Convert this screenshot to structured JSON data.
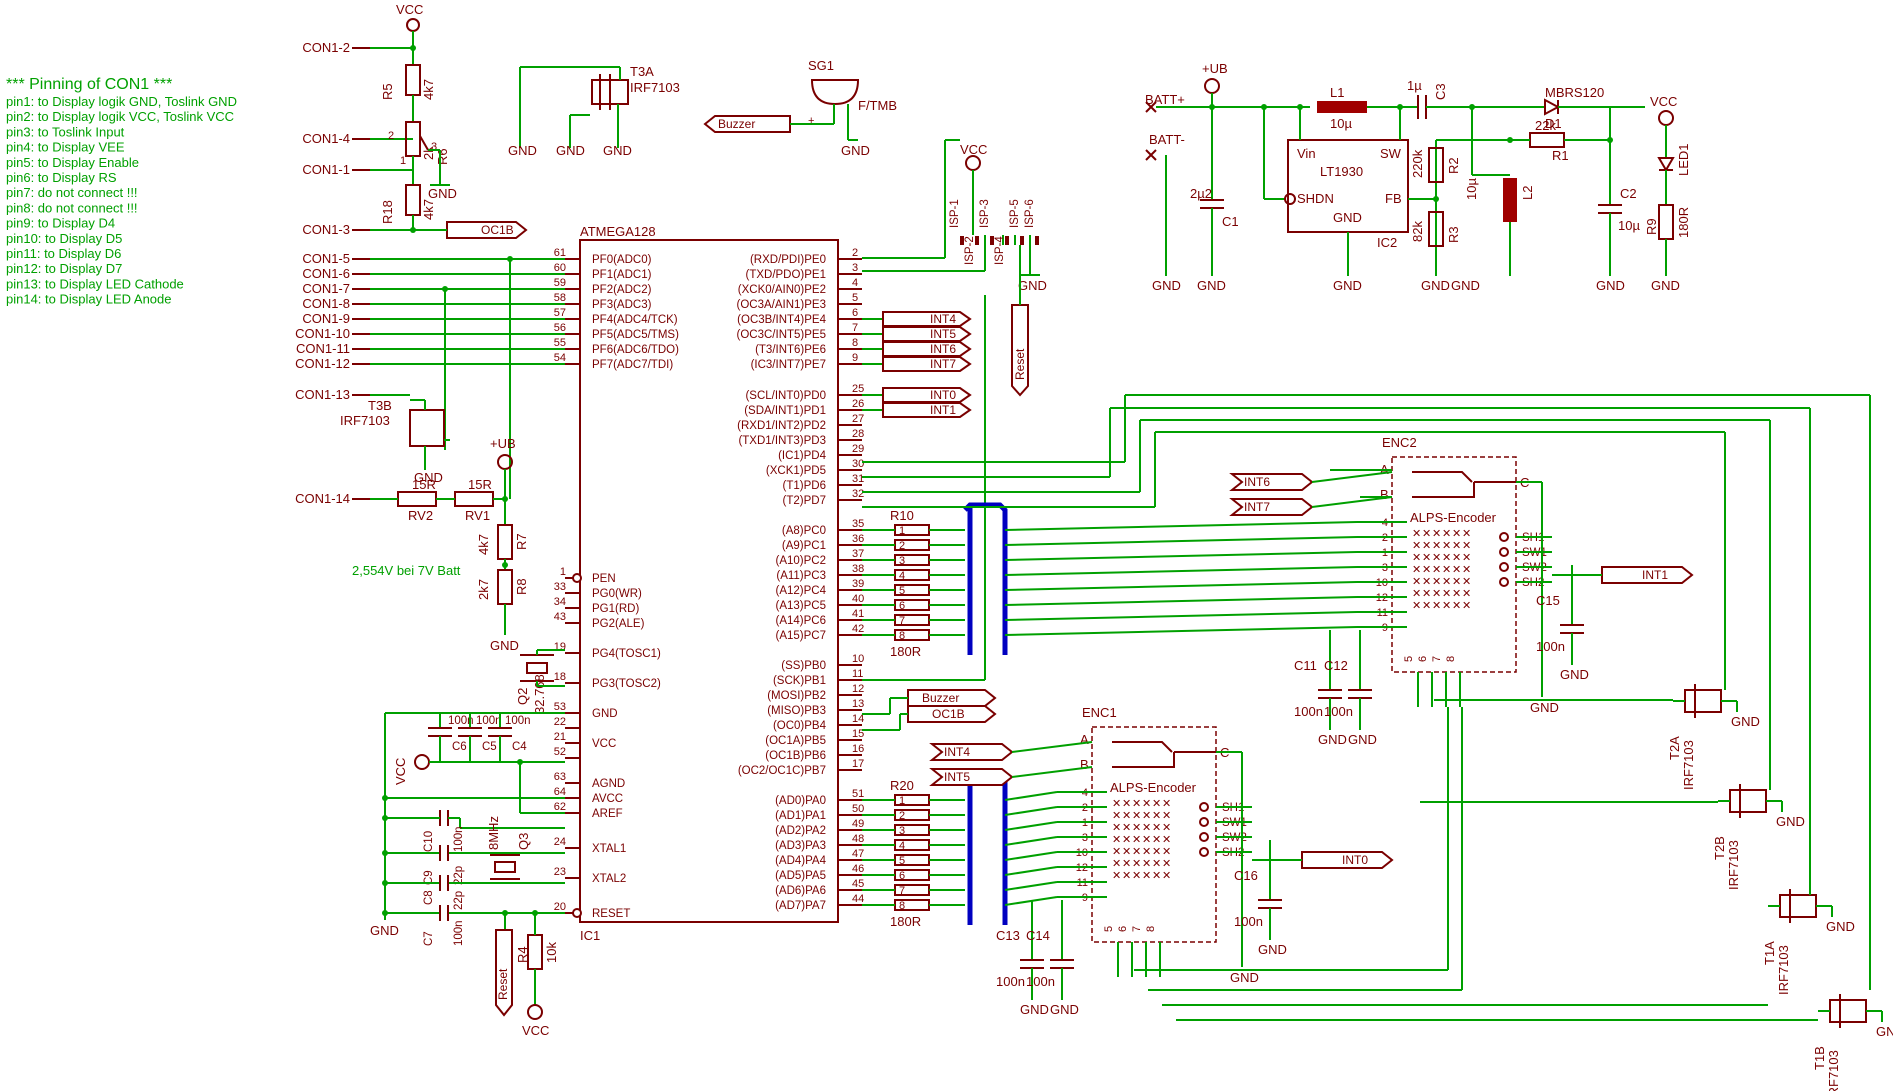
{
  "notes": {
    "title": "*** Pinning of CON1 ***",
    "lines": [
      "pin1: to Display logik GND, Toslink GND",
      "pin2: to Display logik VCC, Toslink VCC",
      "pin3: to Toslink Input",
      "pin4: to Display VEE",
      "pin5: to Display Enable",
      "pin6: to Display RS",
      "pin7: do not connect !!!",
      "pin8: do not connect !!!",
      "pin9: to Display D4",
      "pin10: to Display D5",
      "pin11: to Display D6",
      "pin12: to Display D7",
      "pin13: to Display LED Cathode",
      "pin14: to Display LED Anode"
    ],
    "battery_note": "2,554V bei 7V Batt"
  },
  "connector": {
    "pins": [
      "CON1-2",
      "CON1-4",
      "CON1-1",
      "CON1-3",
      "CON1-5",
      "CON1-6",
      "CON1-7",
      "CON1-8",
      "CON1-9",
      "CON1-10",
      "CON1-11",
      "CON1-12",
      "CON1-13",
      "CON1-14"
    ]
  },
  "mcu": {
    "name": "ATMEGA128",
    "ref": "IC1",
    "left_pins": [
      {
        "no": "61",
        "name": "PF0(ADC0)"
      },
      {
        "no": "60",
        "name": "PF1(ADC1)"
      },
      {
        "no": "59",
        "name": "PF2(ADC2)"
      },
      {
        "no": "58",
        "name": "PF3(ADC3)"
      },
      {
        "no": "57",
        "name": "PF4(ADC4/TCK)"
      },
      {
        "no": "56",
        "name": "PF5(ADC5/TMS)"
      },
      {
        "no": "55",
        "name": "PF6(ADC6/TDO)"
      },
      {
        "no": "54",
        "name": "PF7(ADC7/TDI)"
      },
      {
        "no": "1",
        "name": "PEN"
      },
      {
        "no": "33",
        "name": "PG0(WR)"
      },
      {
        "no": "34",
        "name": "PG1(RD)"
      },
      {
        "no": "43",
        "name": "PG2(ALE)"
      },
      {
        "no": "19",
        "name": "PG4(TOSC1)"
      },
      {
        "no": "18",
        "name": "PG3(TOSC2)"
      },
      {
        "no": "53",
        "name": "GND"
      },
      {
        "no": "22",
        "name": ""
      },
      {
        "no": "21",
        "name": "VCC"
      },
      {
        "no": "52",
        "name": ""
      },
      {
        "no": "63",
        "name": "AGND"
      },
      {
        "no": "64",
        "name": "AVCC"
      },
      {
        "no": "62",
        "name": "AREF"
      },
      {
        "no": "24",
        "name": "XTAL1"
      },
      {
        "no": "23",
        "name": "XTAL2"
      },
      {
        "no": "20",
        "name": "RESET"
      }
    ],
    "right_pins": [
      {
        "no": "2",
        "name": "(RXD/PDI)PE0"
      },
      {
        "no": "3",
        "name": "(TXD/PDO)PE1"
      },
      {
        "no": "4",
        "name": "(XCK0/AIN0)PE2"
      },
      {
        "no": "5",
        "name": "(OC3A/AIN1)PE3"
      },
      {
        "no": "6",
        "name": "(OC3B/INT4)PE4"
      },
      {
        "no": "7",
        "name": "(OC3C/INT5)PE5"
      },
      {
        "no": "8",
        "name": "(T3/INT6)PE6"
      },
      {
        "no": "9",
        "name": "(IC3/INT7)PE7"
      },
      {
        "no": "25",
        "name": "(SCL/INT0)PD0"
      },
      {
        "no": "26",
        "name": "(SDA/INT1)PD1"
      },
      {
        "no": "27",
        "name": "(RXD1/INT2)PD2"
      },
      {
        "no": "28",
        "name": "(TXD1/INT3)PD3"
      },
      {
        "no": "29",
        "name": "(IC1)PD4"
      },
      {
        "no": "30",
        "name": "(XCK1)PD5"
      },
      {
        "no": "31",
        "name": "(T1)PD6"
      },
      {
        "no": "32",
        "name": "(T2)PD7"
      },
      {
        "no": "35",
        "name": "(A8)PC0"
      },
      {
        "no": "36",
        "name": "(A9)PC1"
      },
      {
        "no": "37",
        "name": "(A10)PC2"
      },
      {
        "no": "38",
        "name": "(A11)PC3"
      },
      {
        "no": "39",
        "name": "(A12)PC4"
      },
      {
        "no": "40",
        "name": "(A13)PC5"
      },
      {
        "no": "41",
        "name": "(A14)PC6"
      },
      {
        "no": "42",
        "name": "(A15)PC7"
      },
      {
        "no": "10",
        "name": "(SS)PB0"
      },
      {
        "no": "11",
        "name": "(SCK)PB1"
      },
      {
        "no": "12",
        "name": "(MOSI)PB2"
      },
      {
        "no": "13",
        "name": "(MISO)PB3"
      },
      {
        "no": "14",
        "name": "(OC0)PB4"
      },
      {
        "no": "15",
        "name": "(OC1A)PB5"
      },
      {
        "no": "16",
        "name": "(OC1B)PB6"
      },
      {
        "no": "17",
        "name": "(OC2/OC1C)PB7"
      },
      {
        "no": "51",
        "name": "(AD0)PA0"
      },
      {
        "no": "50",
        "name": "(AD1)PA1"
      },
      {
        "no": "49",
        "name": "(AD2)PA2"
      },
      {
        "no": "48",
        "name": "(AD3)PA3"
      },
      {
        "no": "47",
        "name": "(AD4)PA4"
      },
      {
        "no": "46",
        "name": "(AD5)PA5"
      },
      {
        "no": "45",
        "name": "(AD6)PA6"
      },
      {
        "no": "44",
        "name": "(AD7)PA7"
      }
    ]
  },
  "labels": {
    "vcc": "VCC",
    "gnd": "GND",
    "ub": "+UB",
    "r5": "R5",
    "r5v": "4k7",
    "r6": "R6",
    "r6v": "2k",
    "r18": "R18",
    "r18v": "4k7",
    "r7": "R7",
    "r7v": "4k7",
    "r8": "R8",
    "r8v": "2k7",
    "rv1": "RV1",
    "rv1v": "15R",
    "rv2": "RV2",
    "rv2v": "15R",
    "t3a": "T3A",
    "t3b": "T3B",
    "irf": "IRF7103",
    "sg1": "SG1",
    "sg1v": "F/TMB",
    "buzzer": "Buzzer",
    "oc1b": "OC1B",
    "isp": [
      "ISP-1",
      "ISP-2",
      "ISP-3",
      "ISP-4",
      "ISP-5",
      "ISP-6"
    ],
    "reset": "Reset",
    "int": [
      "INT4",
      "INT5",
      "INT6",
      "INT7",
      "INT0",
      "INT1"
    ],
    "r10": "R10",
    "r20": "R20",
    "r180": "180R",
    "rn_pins": [
      "1",
      "2",
      "3",
      "4",
      "5",
      "6",
      "7",
      "8"
    ],
    "q2": "Q2",
    "q2v": "32.768",
    "q3": "Q3",
    "q3v": "8MHz",
    "c4": "C4",
    "c5": "C5",
    "c6": "C6",
    "c100n": "100n",
    "c7": "C7",
    "c8": "C8",
    "c9": "C9",
    "c10": "C10",
    "c22p": "22p",
    "r4": "R4",
    "r4v": "10k",
    "batt_p": "BATT+",
    "batt_m": "BATT-",
    "l1": "L1",
    "l1v": "10µ",
    "c3": "C3",
    "c3v": "1µ",
    "d1": "D1",
    "d1v": "MBRS120",
    "ic2": "IC2",
    "ic2v": "LT1930",
    "vin": "Vin",
    "sw": "SW",
    "shdn": "SHDN",
    "fb": "FB",
    "c1": "C1",
    "c1v": "2µ2",
    "r1": "R1",
    "r1v": "22k",
    "r2": "R2",
    "r2v": "220k",
    "r3": "R3",
    "r3v": "82k",
    "l2": "L2",
    "l2v": "10µ",
    "c2": "C2",
    "c2v": "10µ",
    "r9": "R9",
    "r9v": "180R",
    "led1": "LED1",
    "enc2": "ENC2",
    "enc1": "ENC1",
    "alps": "ALPS-Encoder",
    "enc_a": "A",
    "enc_b": "B",
    "enc_c": "C",
    "enc_pins": [
      "4",
      "2",
      "1",
      "3",
      "10",
      "12",
      "11",
      "9"
    ],
    "enc_bottom": [
      "5",
      "6",
      "7",
      "8"
    ],
    "sh1": "SH1",
    "sw1": "SW1",
    "sw2": "SW2",
    "sh2": "SH2",
    "c11": "C11",
    "c12": "C12",
    "c13": "C13",
    "c14": "C14",
    "c15": "C15",
    "c16": "C16",
    "int1_out": "INT1",
    "int0_out": "INT0",
    "t1a": "T1A",
    "t1b": "T1B",
    "t2a": "T2A",
    "t2b": "T2B",
    "enc_int16": "INT6",
    "enc_int17": "INT7",
    "enc_int14": "INT4",
    "enc_int15": "INT5"
  }
}
